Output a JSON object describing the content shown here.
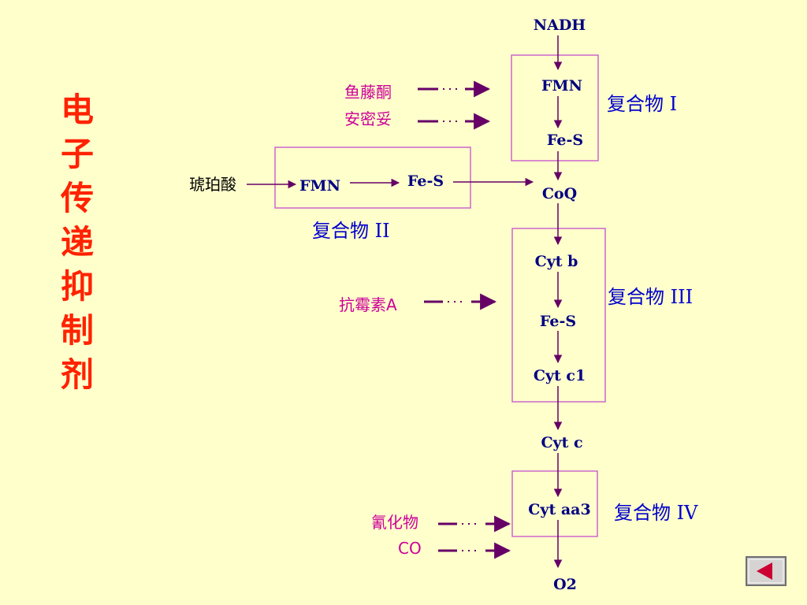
{
  "title_chars": [
    "电",
    "子",
    "传",
    "递",
    "抑",
    "制",
    "剂"
  ],
  "chain": {
    "nadh": "NADH",
    "fmn1": "FMN",
    "fes1": "Fe-S",
    "coq": "CoQ",
    "cytb": "Cyt b",
    "fes3": "Fe-S",
    "cytc1": "Cyt c1",
    "cytc": "Cyt c",
    "cytaa3": "Cyt aa3",
    "o2": "O2"
  },
  "complex2": {
    "substrate": "琥珀酸",
    "fmn": "FMN",
    "fes": "Fe-S"
  },
  "complexes": {
    "c1": "复合物 I",
    "c2": "复合物 II",
    "c3": "复合物 III",
    "c4": "复合物 IV"
  },
  "inhibitors": {
    "rotenone": "鱼藤酮",
    "amytal": "安密妥",
    "antimycin": "抗霉素A",
    "cyanide": "氰化物",
    "co": "CO"
  },
  "colors": {
    "background": "#ffffcc",
    "title": "#ff2200",
    "complex_label": "#0000cc",
    "inhibitor": "#cc0099",
    "box_border": "#cc66cc",
    "arrow": "#660066",
    "text": "#000080"
  },
  "nav": {
    "icon": "left-arrow-icon"
  }
}
